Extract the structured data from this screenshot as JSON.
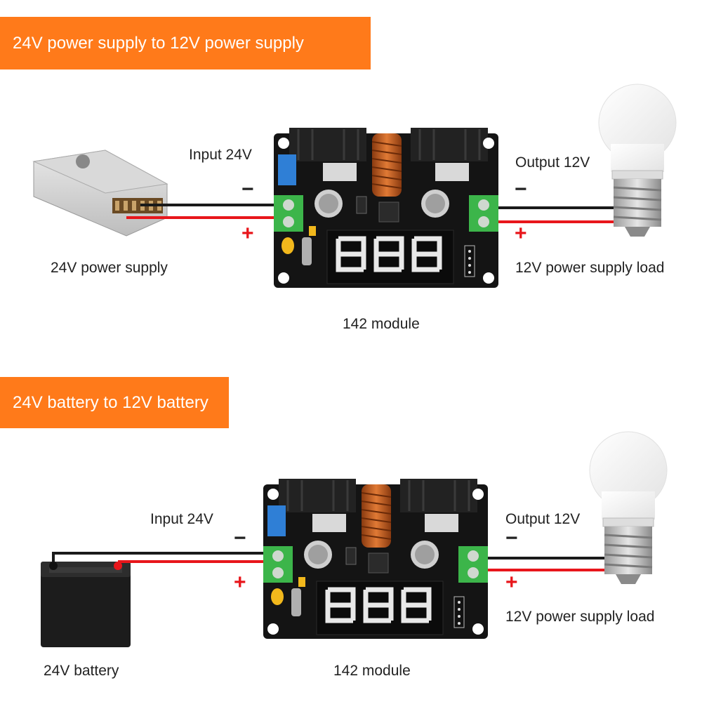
{
  "section1": {
    "banner": "24V power supply to 12V power supply",
    "input_label": "Input 24V",
    "output_label": "Output 12V",
    "source_label": "24V power supply",
    "load_label": "12V power supply load",
    "module_label": "142 module",
    "minus": "−",
    "plus": "+"
  },
  "section2": {
    "banner": "24V battery to 12V battery",
    "input_label": "Input 24V",
    "output_label": "Output 12V",
    "source_label": "24V battery",
    "load_label": "12V power supply load",
    "module_label": "142 module",
    "minus": "−",
    "plus": "+"
  },
  "colors": {
    "banner": "#ff7a1a",
    "negative_wire": "#1a1a1a",
    "positive_wire": "#e8161b",
    "pcb": "#141414",
    "terminal": "#3cb54a",
    "display": "#e8e8e8"
  }
}
